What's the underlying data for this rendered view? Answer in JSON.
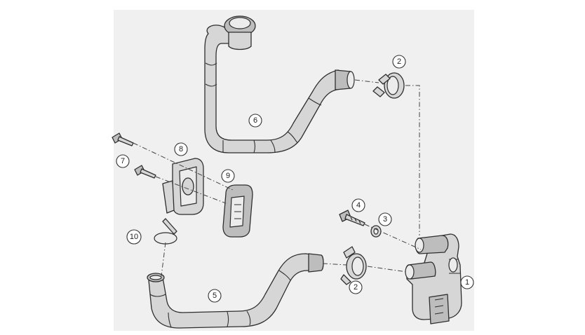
{
  "diagram": {
    "background_color": "#f0f0f0",
    "callouts": [
      {
        "id": "c1",
        "label": "1"
      },
      {
        "id": "c2a",
        "label": "2"
      },
      {
        "id": "c2b",
        "label": "2"
      },
      {
        "id": "c3",
        "label": "3"
      },
      {
        "id": "c4",
        "label": "4"
      },
      {
        "id": "c5",
        "label": "5"
      },
      {
        "id": "c6",
        "label": "6"
      },
      {
        "id": "c7",
        "label": "7"
      },
      {
        "id": "c8",
        "label": "8"
      },
      {
        "id": "c9",
        "label": "9"
      },
      {
        "id": "c10",
        "label": "10"
      }
    ]
  }
}
